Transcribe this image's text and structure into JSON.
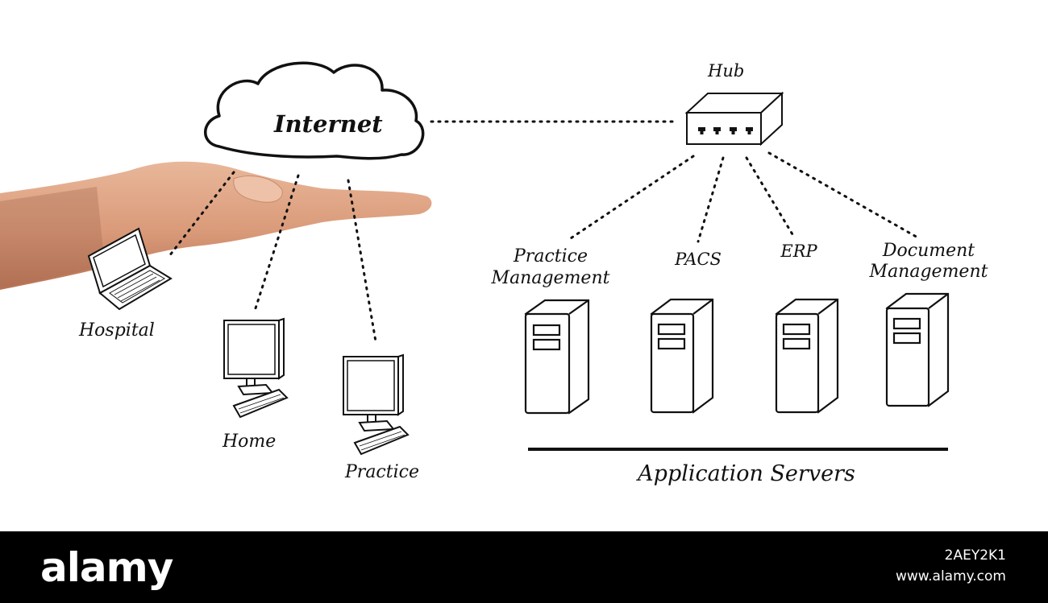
{
  "diagram": {
    "cloud": {
      "label": "Internet"
    },
    "hub": {
      "label": "Hub"
    },
    "clients": [
      {
        "label": "Hospital"
      },
      {
        "label": "Home"
      },
      {
        "label": "Practice"
      }
    ],
    "servers": [
      {
        "label_line1": "Practice",
        "label_line2": "Management"
      },
      {
        "label_line1": "PACS",
        "label_line2": ""
      },
      {
        "label_line1": "ERP",
        "label_line2": ""
      },
      {
        "label_line1": "Document",
        "label_line2": "Management"
      }
    ],
    "servers_caption": "Application Servers"
  },
  "footer": {
    "brand": "alamy",
    "image_id": "2AEY2K1",
    "site": "www.alamy.com"
  }
}
